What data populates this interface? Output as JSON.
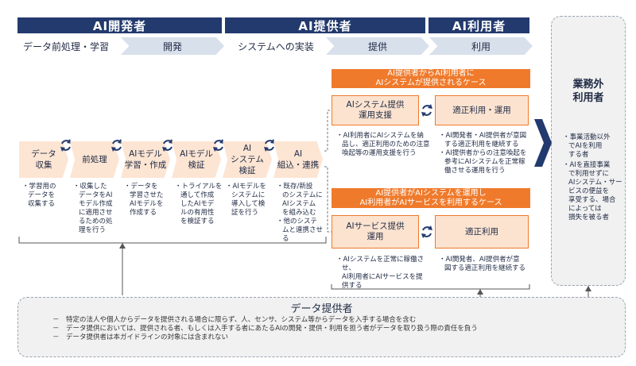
{
  "headers": {
    "developer": "AI開発者",
    "provider": "AI提供者",
    "user": "AI利用者"
  },
  "phases": {
    "data_prep": "データ前処理・学習",
    "develop": "開発",
    "implement": "システムへの実装",
    "provide": "提供",
    "use": "利用"
  },
  "processes": [
    {
      "label": "データ\n収集",
      "notes": [
        "学習用の\nデータを\n収集する"
      ]
    },
    {
      "label": "前処理",
      "notes": [
        "収集した\nデータをAI\nモデル作成\nに適用させ\nるための処\n理を行う"
      ]
    },
    {
      "label": "AIモデル\n学習・作成",
      "notes": [
        "データを\n学習させた\nAIモデルを\n作成する"
      ]
    },
    {
      "label": "AIモデル\n検証",
      "notes": [
        "トライアルを\n通して作成\nしたAIモデ\nルの有用性\nを検証する"
      ]
    },
    {
      "label": "AI\nシステム\n検証",
      "notes": [
        "AIモデルを\nシステムに\n導入して検\n証を行う"
      ]
    },
    {
      "label": "AI\n組込・連携",
      "notes": [
        "既存/新設\nのシステムに\nAIシステム\nを組み込む",
        "他のシステ\nムと連携させ\nる"
      ]
    }
  ],
  "case1": {
    "title": "AI提供者からAI利用者に\nAIシステムが提供されるケース",
    "support": "AIシステム提供\n運用支援",
    "support_notes": [
      "AI利用者にAIシステムを納\n品し、適正利用のための注意\n喚起等の運用支援を行う"
    ],
    "proper_use": "適正利用・運用",
    "proper_use_notes": [
      "AI開発者・AI提供者が意図\nする適正利用を継続する",
      "AI提供者からの注意喚起を\n参考にAIシステムを正常稼\n働させる運用を行う"
    ]
  },
  "case2": {
    "title": "AI提供者がAIシステムを運用し\nAI利用者がAIサービスを利用するケース",
    "service": "AIサービス提供\n運用",
    "service_notes": [
      "AIシステムを正常に稼働させ、\nAI利用者にAIサービスを提\n供する"
    ],
    "proper_use": "適正利用",
    "proper_use_notes": [
      "AI開発者、AI提供者が意\n図する適正利用を継続する"
    ]
  },
  "outside_user": {
    "title": "業務外\n利用者",
    "notes": [
      "事業活動以外\nでAIを利用\nする者",
      "AIを直接事業\nで利用せずに\nAIシステム・サー\nビスの便益を\n享受する、場合\nによっては\n損失を被る者"
    ]
  },
  "data_provider": {
    "title": "データ提供者",
    "items": [
      "特定の法人や個人からデータを提供される場合に限らず、人、センサ、システム等からデータを入手する場合を含む",
      "データ提供においては、提供される者、もしくは入手する者にあたるAIの開発・提供・利用を担う者がデータを取り扱う際の責任を負う",
      "データ提供者は本ガイドラインの対象には含まれない"
    ]
  },
  "colors": {
    "navy": "#233a6e",
    "orange": "#ef7a2b",
    "light_orange": "#fde5d3",
    "light_blue": "#d8e0ec"
  }
}
